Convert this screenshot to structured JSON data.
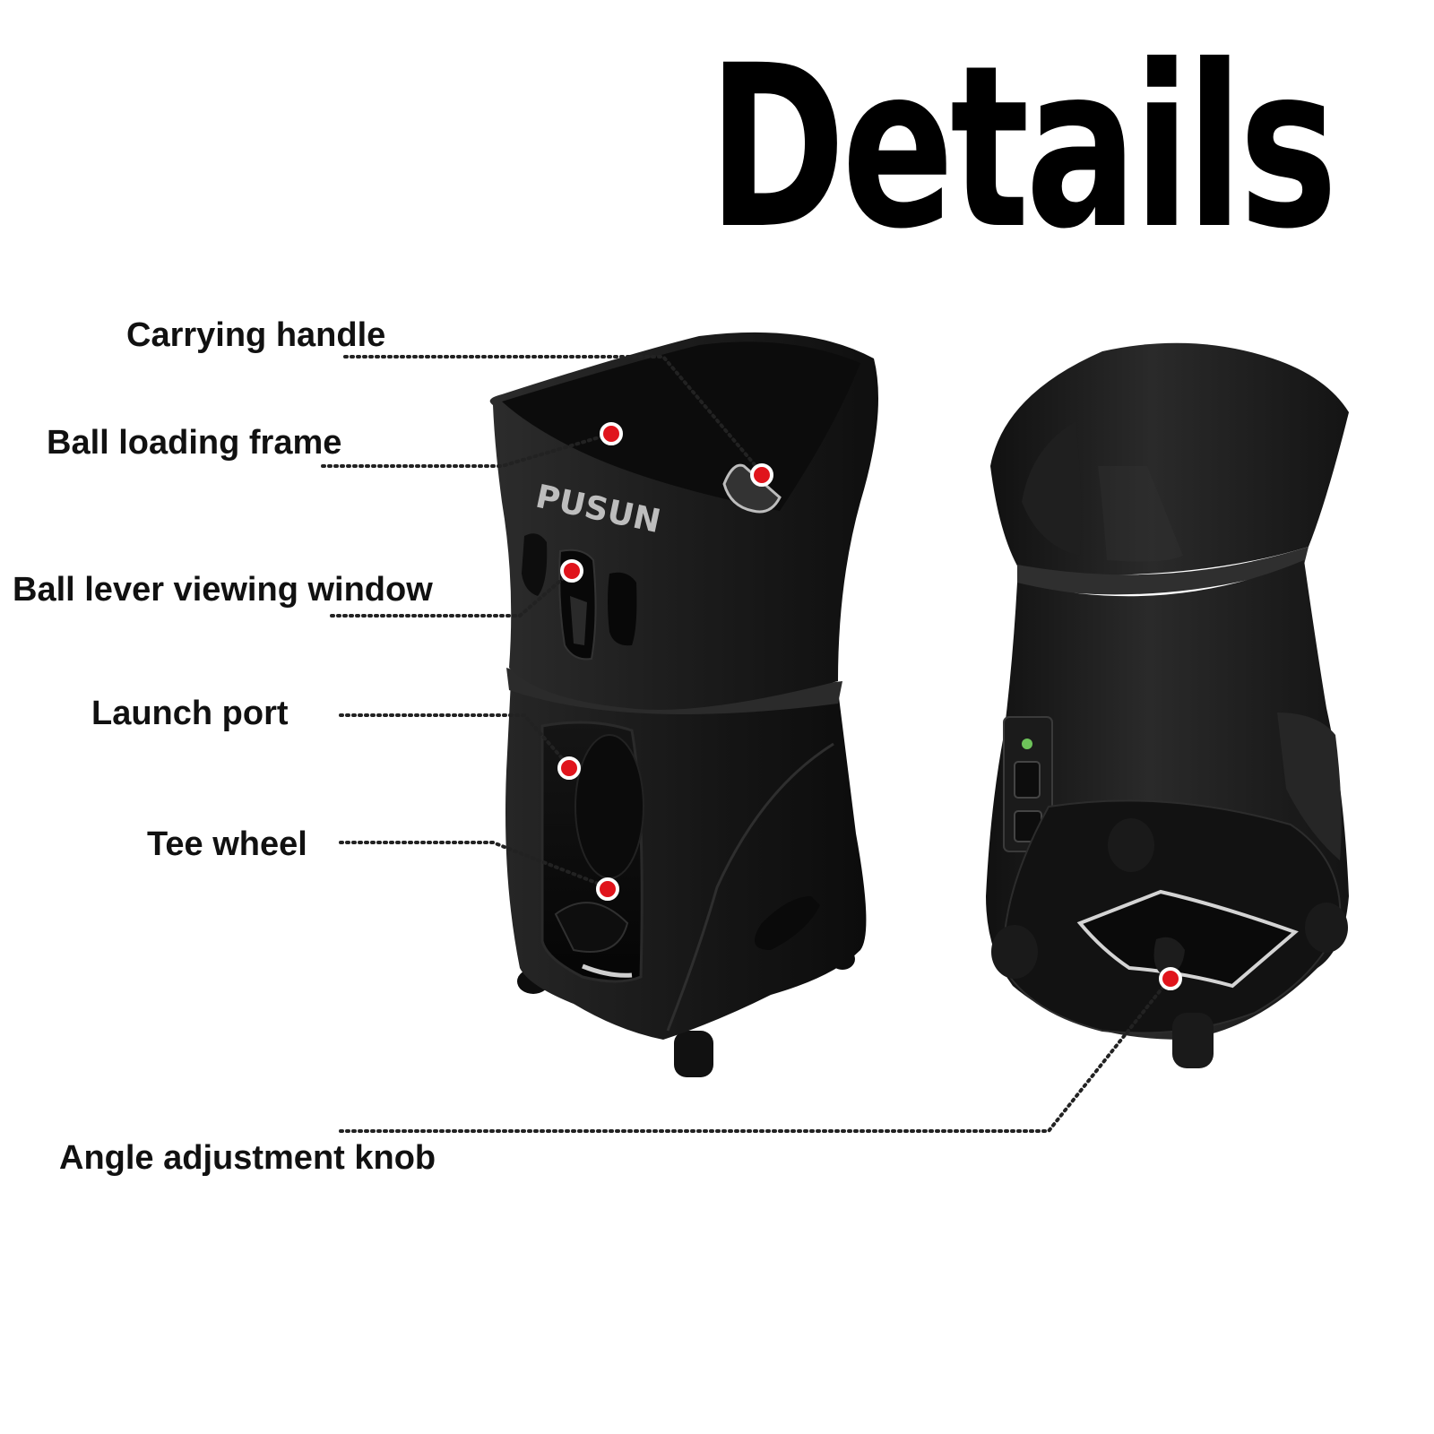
{
  "title": "Details",
  "brand_logo_text": "PUSUN",
  "callouts": [
    {
      "id": "carrying-handle",
      "label": "Carrying handle"
    },
    {
      "id": "ball-loading-frame",
      "label": "Ball loading frame"
    },
    {
      "id": "ball-lever-viewing-window",
      "label": "Ball lever viewing window"
    },
    {
      "id": "launch-port",
      "label": "Launch port"
    },
    {
      "id": "tee-wheel",
      "label": "Tee wheel"
    },
    {
      "id": "angle-adjustment-knob",
      "label": "Angle adjustment knob"
    }
  ],
  "colors": {
    "body": "#1a1a1a",
    "marker": "#e0141c",
    "leader": "#222222",
    "background": "#ffffff"
  }
}
